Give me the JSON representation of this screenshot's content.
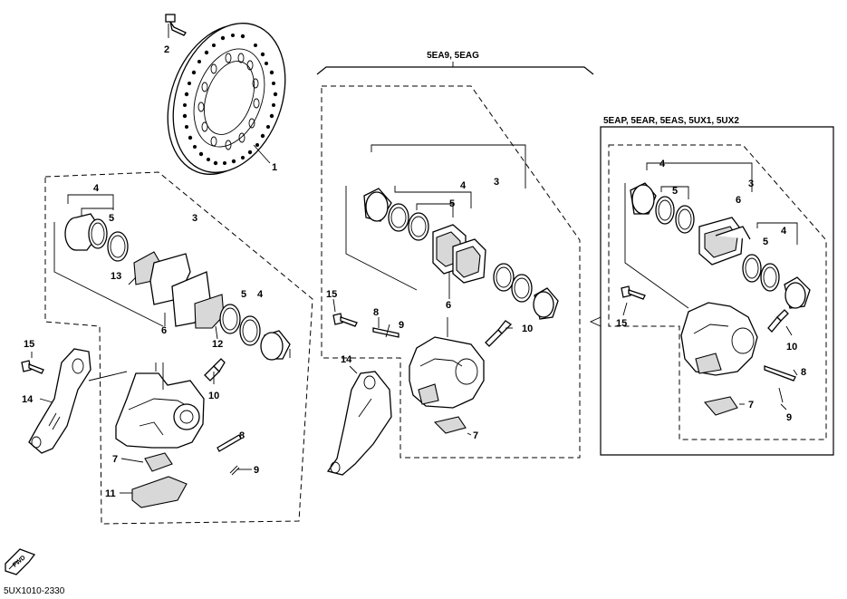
{
  "diagram": {
    "drawing_code": "5UX1010-2330",
    "fwd_label": "FWD",
    "variant_group_middle": "5EA9, 5EAG",
    "variant_group_right": "5EAP, 5EAR, 5EAS, 5UX1, 5UX2",
    "callouts": {
      "n1": "1",
      "n2": "2",
      "n3": "3",
      "n4": "4",
      "n5": "5",
      "n6": "6",
      "n7": "7",
      "n8": "8",
      "n9": "9",
      "n10": "10",
      "n11": "11",
      "n12": "12",
      "n13": "13",
      "n14": "14",
      "n15": "15"
    }
  }
}
